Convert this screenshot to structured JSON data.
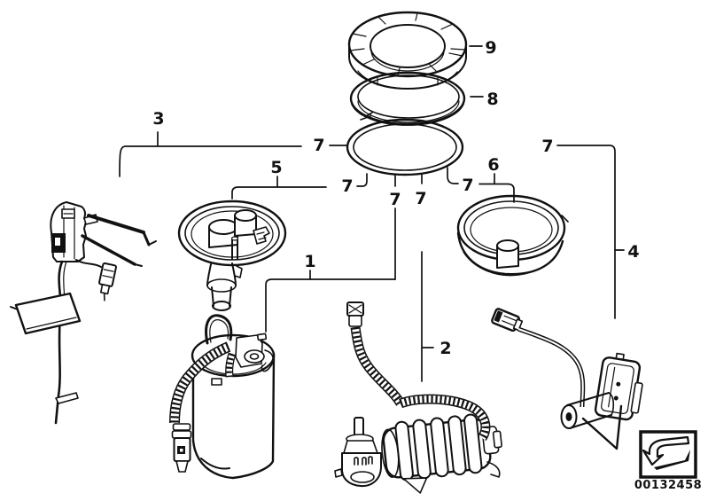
{
  "diagram": {
    "background_color": "#ffffff",
    "line_color": "#111111",
    "callouts": {
      "1": "1",
      "2": "2",
      "3": "3",
      "4": "4",
      "5": "5",
      "6": "6",
      "7": "7",
      "8": "8",
      "9": "9"
    },
    "stamp": {
      "code": "00132458",
      "icon": "turn-arrow-icon"
    }
  }
}
